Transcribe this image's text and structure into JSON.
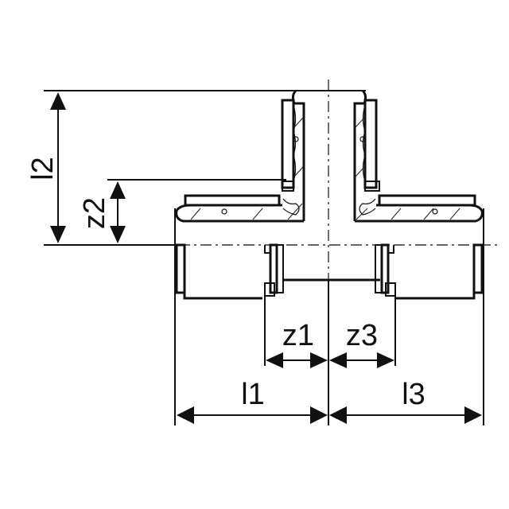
{
  "drawing": {
    "title": "Tee fitting dimension drawing",
    "colors": {
      "line": "#111111",
      "background": "#ffffff"
    },
    "dimensions": {
      "l1": {
        "label": "l1",
        "orientation": "horizontal"
      },
      "l2": {
        "label": "l2",
        "orientation": "vertical"
      },
      "l3": {
        "label": "l3",
        "orientation": "horizontal"
      },
      "z1": {
        "label": "z1",
        "orientation": "horizontal"
      },
      "z2": {
        "label": "z2",
        "orientation": "vertical"
      },
      "z3": {
        "label": "z3",
        "orientation": "horizontal"
      }
    }
  }
}
